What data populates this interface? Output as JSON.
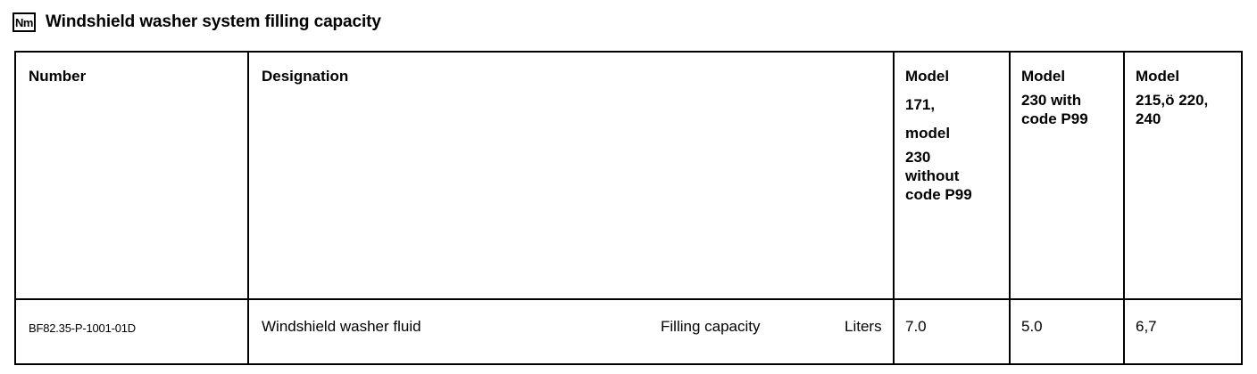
{
  "heading": {
    "icon_label": "Nm",
    "icon_name": "torque-nm-icon",
    "title": "Windshield washer system filling capacity"
  },
  "table": {
    "headers": {
      "number": "Number",
      "designation": "Designation",
      "model_1": {
        "lines_loose": [
          "Model",
          "171,",
          "model"
        ],
        "lines_tight": [
          "230",
          "without",
          "code P99"
        ]
      },
      "model_2": {
        "lines_loose": [
          "Model"
        ],
        "lines_tight": [
          "230 with",
          "code P99"
        ]
      },
      "model_3": {
        "lines_loose": [
          "Model"
        ],
        "lines_tight": [
          "215,ö 220,",
          "240"
        ]
      }
    },
    "rows": [
      {
        "number": "BF82.35-P-1001-01D",
        "designation": "Windshield washer fluid",
        "property": "Filling capacity",
        "unit": "Liters",
        "value_model_1": "7.0",
        "value_model_2": "5.0",
        "value_model_3": "6,7"
      }
    ]
  },
  "colors": {
    "border": "#000000",
    "text": "#000000",
    "background": "#ffffff"
  }
}
